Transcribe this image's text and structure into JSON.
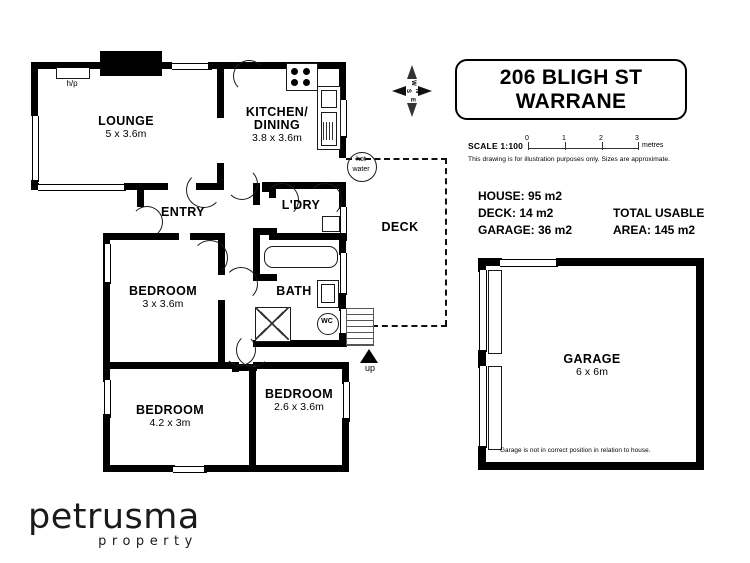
{
  "title_card": {
    "line1": "206 BLIGH ST",
    "line2": "WARRANE"
  },
  "scale": {
    "label": "SCALE 1:100",
    "ticks": [
      "0",
      "1",
      "2",
      "3"
    ],
    "unit": "metres",
    "disclaimer": "This drawing is for illustration purposes only. Sizes are approximate."
  },
  "areas": {
    "house": "HOUSE: 95 m2",
    "deck": "DECK: 14 m2",
    "garage": "GARAGE: 36 m2",
    "total_line1": "TOTAL USABLE",
    "total_line2": "AREA: 145 m2"
  },
  "compass": {
    "n": "N",
    "s": "S",
    "e": "E",
    "w": "W"
  },
  "rooms": [
    {
      "name": "LOUNGE",
      "dim": "5 x 3.6m"
    },
    {
      "name": "KITCHEN/",
      "dim": "3.8 x 3.6m",
      "name2": "DINING"
    },
    {
      "name": "ENTRY",
      "dim": ""
    },
    {
      "name": "L'DRY",
      "dim": ""
    },
    {
      "name": "BATH",
      "dim": ""
    },
    {
      "name": "DECK",
      "dim": ""
    },
    {
      "name": "BEDROOM",
      "dim": "3 x 3.6m"
    },
    {
      "name": "BEDROOM",
      "dim": "4.2 x 3m"
    },
    {
      "name": "BEDROOM",
      "dim": "2.6 x 3.6m"
    },
    {
      "name": "GARAGE",
      "dim": "6 x 6m"
    }
  ],
  "annotations": {
    "hp": "h/p",
    "hot_water_1": "hot",
    "hot_water_2": "water",
    "wc": "WC",
    "up": "up",
    "garage_note": "Garage is not in correct position in relation to house."
  },
  "logo": {
    "brand": "petrusma",
    "sub": "property"
  },
  "colors": {
    "wall": "#000000",
    "paper": "#ffffff",
    "text": "#000000"
  }
}
